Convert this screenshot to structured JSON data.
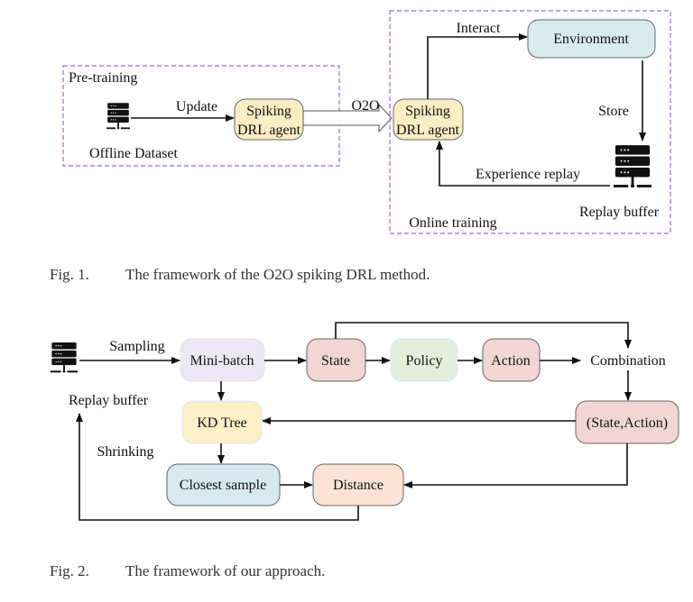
{
  "fig1": {
    "pretraining_label": "Pre-training",
    "offline_dataset": "Offline Dataset",
    "update": "Update",
    "agent_line1": "Spiking",
    "agent_line2": "DRL agent",
    "o2o": "O2O",
    "interact": "Interact",
    "environment": "Environment",
    "store": "Store",
    "experience_replay": "Experience replay",
    "replay_buffer": "Replay buffer",
    "online_training_label": "Online training",
    "caption_num": "Fig. 1.",
    "caption_text": "The framework of the O2O spiking DRL method."
  },
  "fig2": {
    "replay_buffer": "Replay buffer",
    "sampling": "Sampling",
    "mini_batch": "Mini-batch",
    "state": "State",
    "policy": "Policy",
    "action": "Action",
    "combination": "Combination",
    "state_action": "(State,Action)",
    "kd_tree": "KD Tree",
    "shrinking": "Shrinking",
    "closest_sample": "Closest sample",
    "distance": "Distance",
    "caption_num": "Fig. 2.",
    "caption_text": "The framework of our approach."
  },
  "colors": {
    "agent": "#fcedc4",
    "environment": "#d9ebf1",
    "mini_batch": "#ebe8f3",
    "state_action": "#f2d6d3",
    "policy": "#e5eedb",
    "kd_tree": "#fcf0c8",
    "closest_sample": "#d7e9f0",
    "distance": "#fbe4d5",
    "dashed_border": "#9b6fc8"
  }
}
